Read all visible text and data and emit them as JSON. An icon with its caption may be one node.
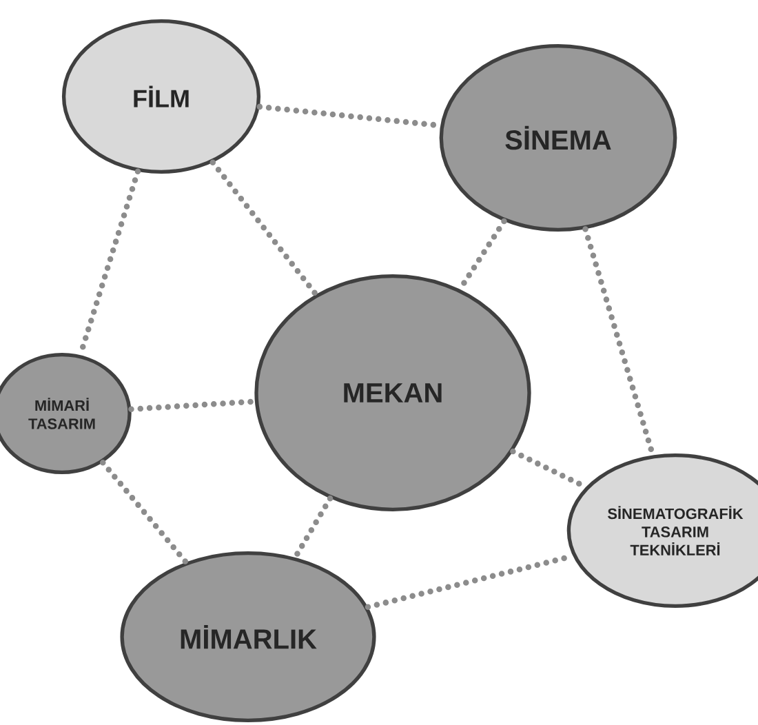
{
  "diagram": {
    "nodes": [
      {
        "text": [
          "FİLM"
        ]
      },
      {
        "text": [
          "SİNEMA"
        ]
      },
      {
        "text": [
          "MİMARİ TASARIM"
        ]
      },
      {
        "text": [
          "MEKAN"
        ]
      },
      {
        "text": [
          "SİNEMATOGRAFİK TASARIM TEKNİKLERİ"
        ]
      },
      {
        "text": [
          "MİMARLIK"
        ]
      }
    ],
    "edges": [
      {
        "from": 0,
        "to": 1,
        "arrow": "none"
      },
      {
        "from": 0,
        "to": 3,
        "arrow": "none"
      },
      {
        "from": 0,
        "to": 2,
        "arrow": "none"
      },
      {
        "from": 1,
        "to": 3,
        "arrow": "none"
      },
      {
        "from": 1,
        "to": 4,
        "arrow": "none"
      },
      {
        "from": 2,
        "to": 3,
        "arrow": "none"
      },
      {
        "from": 2,
        "to": 5,
        "arrow": "none"
      },
      {
        "from": 3,
        "to": 5,
        "arrow": "none"
      },
      {
        "from": 3,
        "to": 4,
        "arrow": "none"
      },
      {
        "from": 5,
        "to": 4,
        "arrow": "none"
      }
    ]
  }
}
